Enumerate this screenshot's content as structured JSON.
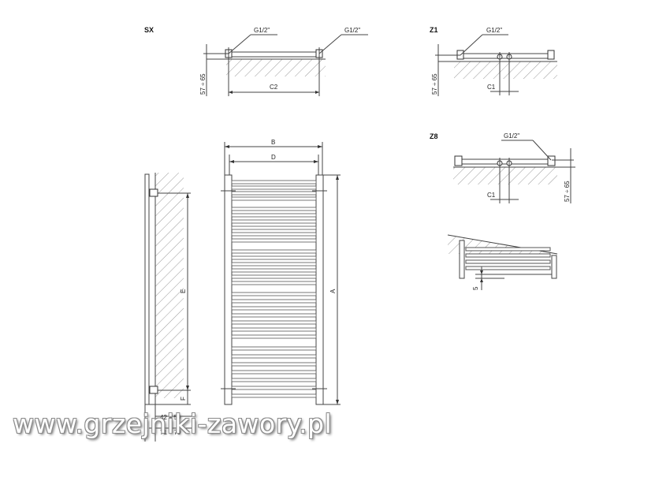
{
  "views": {
    "sx": {
      "heading": "SX",
      "connection_left": "G1/2\"",
      "connection_right": "G1/2\"",
      "wall_gap": "57 ÷ 65",
      "spacing": "C2"
    },
    "z1": {
      "heading": "Z1",
      "connection": "G1/2\"",
      "wall_gap": "57 ÷ 65",
      "spacing": "C1"
    },
    "z8": {
      "heading": "Z8",
      "connection": "G1/2\"",
      "wall_gap": "57 ÷ 65",
      "spacing": "C1"
    },
    "front": {
      "width": "B",
      "inner_width": "D",
      "height": "A"
    },
    "side": {
      "axis": "E",
      "bottom": "F",
      "depth_1": "42 ÷ 50",
      "depth_2": "71 ÷ 79"
    },
    "detail": {
      "gap": "5"
    }
  },
  "colors": {
    "line": "#444444",
    "hatch": "#8a8a8a"
  },
  "watermark": "www.grzejniki-zawory.pl"
}
